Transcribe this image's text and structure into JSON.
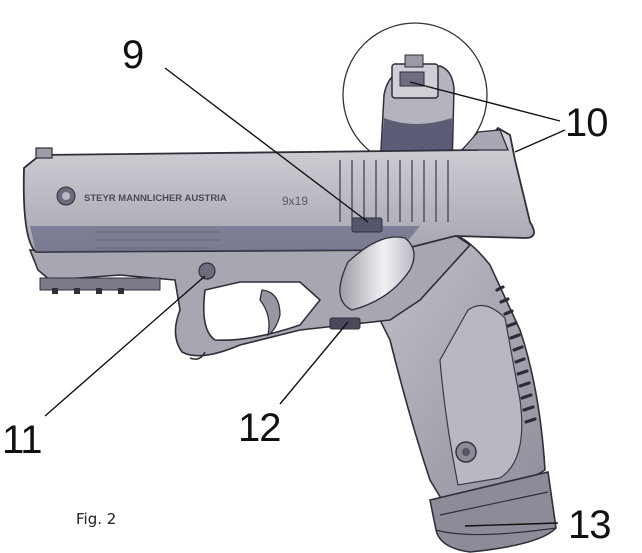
{
  "figure": {
    "caption": "Fig. 2",
    "callouts": {
      "c9": "9",
      "c10a": "10",
      "c11": "11",
      "c12": "12",
      "c13": "13"
    },
    "slide_marking": "STEYR MANNLICHER AUSTRIA",
    "caliber_marking": "9x19"
  },
  "colors": {
    "frame_fill": "#a9a9b3",
    "slide_fill": "#bfbfc7",
    "outline": "#2f2f3a",
    "shadow": "#3a3a55",
    "leader": "#111111"
  }
}
